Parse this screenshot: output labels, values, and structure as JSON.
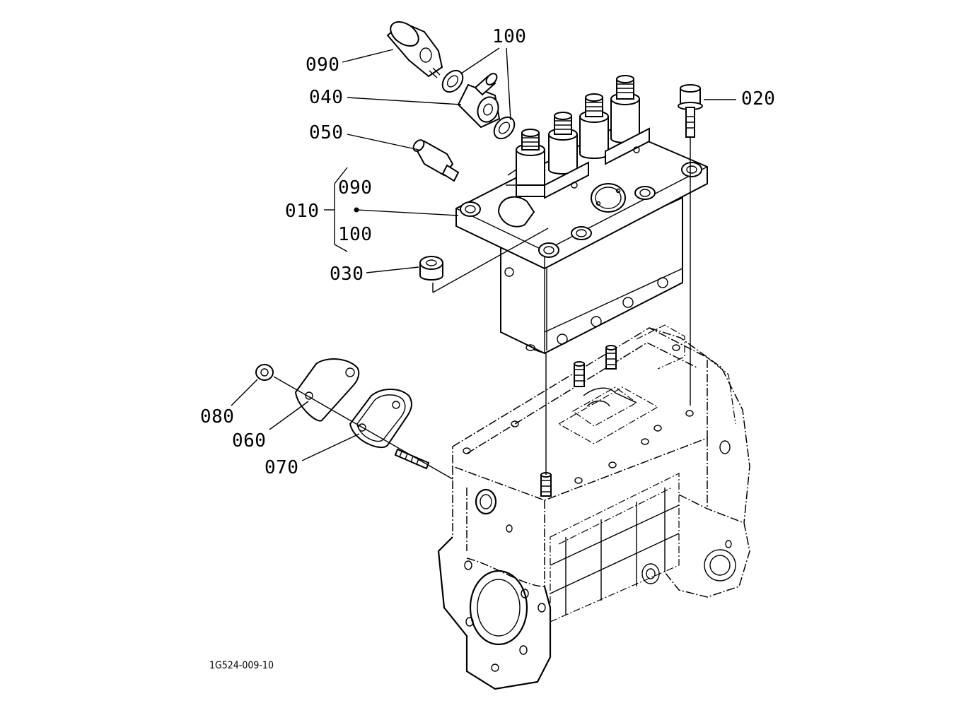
{
  "diagram": {
    "drawing_number": "1G524-009-10",
    "callouts": [
      {
        "id": "c090_top",
        "label": "090"
      },
      {
        "id": "c100_top",
        "label": "100"
      },
      {
        "id": "c040",
        "label": "040"
      },
      {
        "id": "c020",
        "label": "020"
      },
      {
        "id": "c050",
        "label": "050"
      },
      {
        "id": "c010",
        "label": "010"
      },
      {
        "id": "c010_sub090",
        "label": "090"
      },
      {
        "id": "c010_sub100",
        "label": "100"
      },
      {
        "id": "c030",
        "label": "030"
      },
      {
        "id": "c080",
        "label": "080"
      },
      {
        "id": "c060",
        "label": "060"
      },
      {
        "id": "c070",
        "label": "070"
      }
    ]
  }
}
